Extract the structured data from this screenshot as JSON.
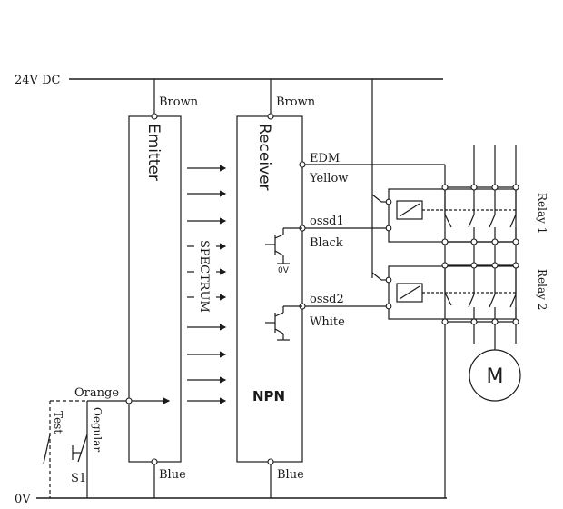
{
  "labels": {
    "supply_positive": "24V DC",
    "supply_negative": "0V",
    "brown_emitter": "Brown",
    "brown_receiver": "Brown",
    "blue_emitter": "Blue",
    "blue_receiver": "Blue",
    "emitter": "Emitter",
    "receiver": "Receiver",
    "spectrum": "SPECTRUM",
    "edm": "EDM",
    "yellow": "Yellow",
    "ossd1": "ossd1",
    "black": "Black",
    "ossd2": "ossd2",
    "white": "White",
    "zero_v_small": "0V",
    "npn": "NPN",
    "orange": "Orange",
    "test": "Test",
    "oegular": "Oegular",
    "s1": "S1",
    "relay1": "Relay 1",
    "relay2": "Relay 2",
    "motor": "M"
  }
}
